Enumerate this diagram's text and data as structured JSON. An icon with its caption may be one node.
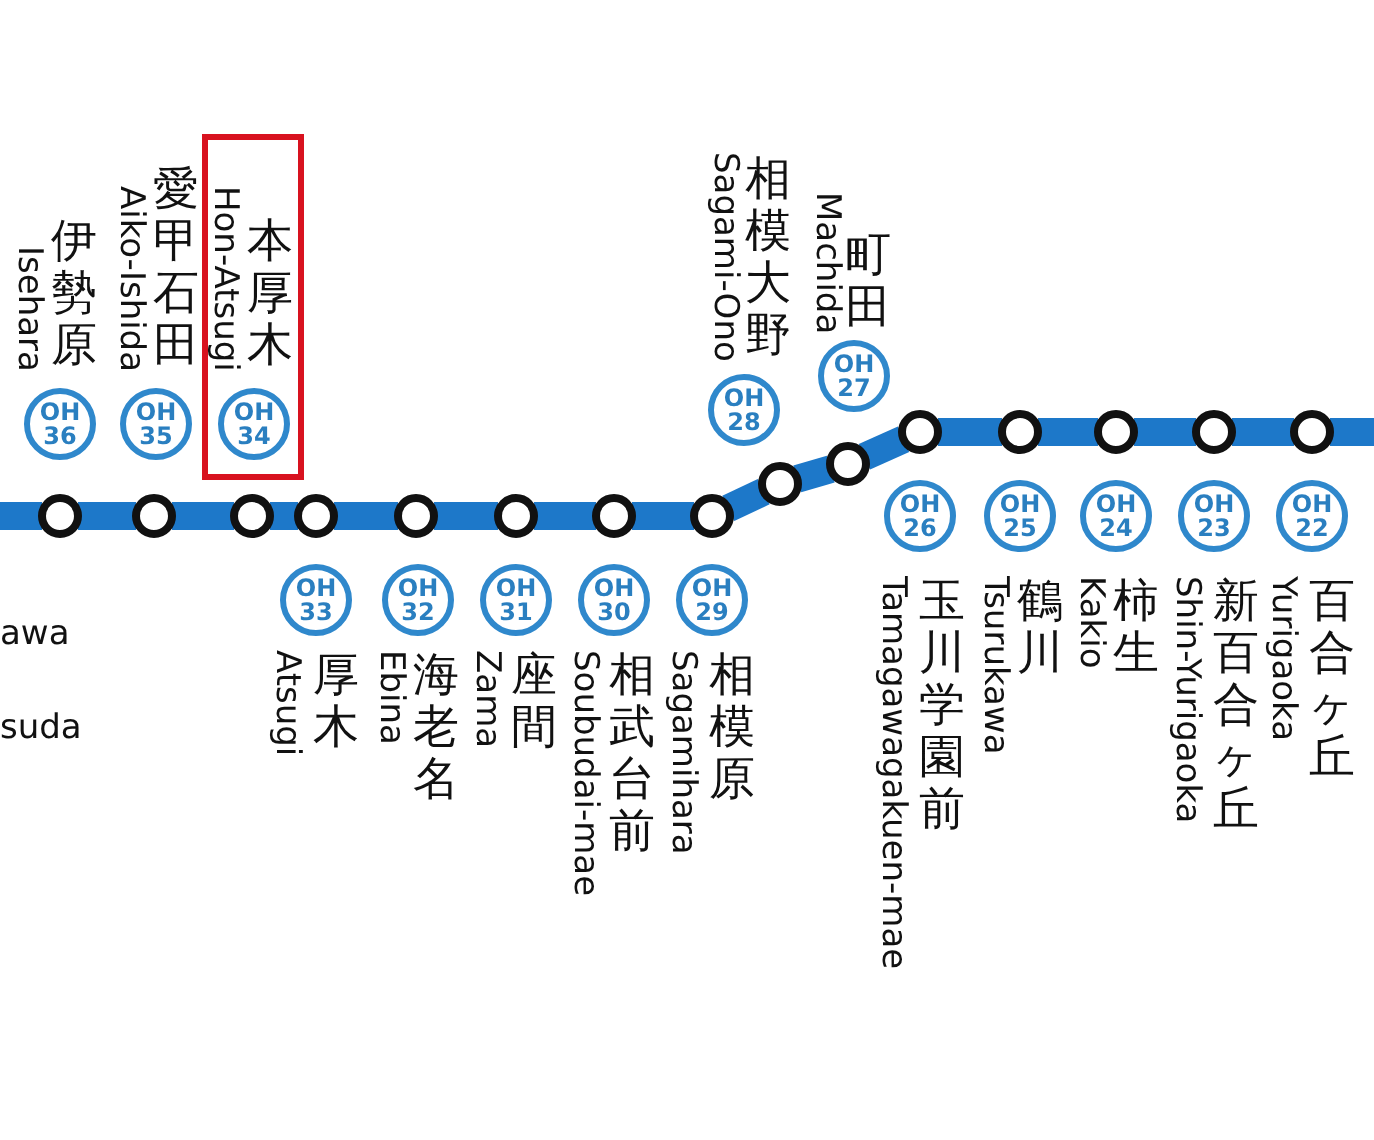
{
  "diagram": {
    "nodes": [
      {
        "text": [
          "OH 36"
        ],
        "beside": [
          "伊勢原",
          "Isehara"
        ]
      },
      {
        "text": [],
        "shape": "circle"
      },
      {
        "text": [
          "OH 35"
        ],
        "beside": [
          "愛甲石田",
          "Aiko-Ishida"
        ]
      },
      {
        "text": [],
        "shape": "circle"
      },
      {
        "text": [
          "本厚木",
          "Hon-Atsugi"
        ]
      },
      {
        "text": [
          "OH 34"
        ],
        "in": 4
      },
      {
        "text": [],
        "shape": "circle"
      },
      {
        "text": [
          "OH 33"
        ],
        "beside": [
          "厚木",
          "Atsugi"
        ]
      },
      {
        "text": [],
        "shape": "circle"
      },
      {
        "text": [
          "OH 32"
        ],
        "beside": [
          "海老名",
          "Ebina"
        ]
      },
      {
        "text": [],
        "shape": "circle"
      },
      {
        "text": [
          "OH 31"
        ],
        "beside": [
          "座間",
          "Zama"
        ]
      },
      {
        "text": [],
        "shape": "circle"
      },
      {
        "text": [
          "OH 30"
        ],
        "beside": [
          "相武台前",
          "Soubudai-mae"
        ]
      },
      {
        "text": [],
        "shape": "circle"
      },
      {
        "text": [
          "OH 29"
        ],
        "beside": [
          "相模原",
          "Sagamihara"
        ]
      },
      {
        "text": [],
        "shape": "circle"
      },
      {
        "text": [
          "OH 28"
        ],
        "beside": [
          "相模大野",
          "Sagami-Ono"
        ]
      },
      {
        "text": [],
        "shape": "circle"
      },
      {
        "text": [
          "OH 27"
        ],
        "beside": [
          "町田",
          "Machida"
        ]
      },
      {
        "text": [],
        "shape": "circle"
      },
      {
        "text": [
          "OH 26"
        ],
        "beside": [
          "玉川学園前",
          "Tamagawagakuen-mae"
        ]
      },
      {
        "text": [],
        "shape": "circle"
      },
      {
        "text": [
          "OH 25"
        ],
        "beside": [
          "鶴川",
          "Tsurukawa"
        ]
      },
      {
        "text": [],
        "shape": "circle"
      },
      {
        "text": [
          "OH 24"
        ],
        "beside": [
          "柿生",
          "Kakio"
        ]
      },
      {
        "text": [],
        "shape": "circle"
      },
      {
        "text": [
          "OH 23"
        ],
        "beside": [
          "新百合ヶ丘",
          "Shin-Yurigaoka"
        ]
      },
      {
        "text": [],
        "shape": "circle"
      },
      {
        "text": [
          "OH 22"
        ],
        "beside": [
          "百合ヶ丘",
          "Yurigaoka"
        ]
      },
      {
        "text": [],
        "shape": "circle"
      }
    ],
    "edges": [
      {
        "from": null,
        "to": 1,
        "arrow": "none"
      },
      {
        "from": 1,
        "to": 3,
        "arrow": "none"
      },
      {
        "from": 3,
        "to": 6,
        "arrow": "none"
      },
      {
        "from": 6,
        "to": 8,
        "arrow": "none"
      },
      {
        "from": 8,
        "to": 10,
        "arrow": "none"
      },
      {
        "from": 10,
        "to": 12,
        "arrow": "none"
      },
      {
        "from": 12,
        "to": 14,
        "arrow": "none"
      },
      {
        "from": 14,
        "to": 16,
        "arrow": "none"
      },
      {
        "from": 16,
        "to": 18,
        "arrow": "none"
      },
      {
        "from": 18,
        "to": 20,
        "arrow": "none"
      },
      {
        "from": 20,
        "to": 22,
        "arrow": "none"
      },
      {
        "from": 22,
        "to": 24,
        "arrow": "none"
      },
      {
        "from": 24,
        "to": 26,
        "arrow": "none"
      },
      {
        "from": 26,
        "to": 28,
        "arrow": "none"
      },
      {
        "from": 28,
        "to": 30,
        "arrow": "none"
      },
      {
        "from": 30,
        "to": null,
        "arrow": "none"
      }
    ],
    "labels": [
      "awa",
      "suda"
    ]
  }
}
